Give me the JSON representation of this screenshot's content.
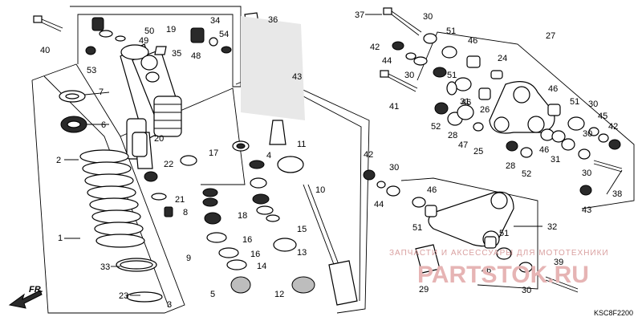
{
  "diagram": {
    "callouts": {
      "c1": "1",
      "c2": "2",
      "c3": "3",
      "c4": "4",
      "c5": "5",
      "c6": "6",
      "c7": "7",
      "c8": "8",
      "c9": "9",
      "c10": "10",
      "c11": "11",
      "c12": "12",
      "c13": "13",
      "c14": "14",
      "c15": "15",
      "c16a": "16",
      "c16b": "16",
      "c17": "17",
      "c18": "18",
      "c19": "19",
      "c20": "20",
      "c21": "21",
      "c22": "22",
      "c23": "23",
      "c24": "24",
      "c25": "25",
      "c26": "26",
      "c27": "27",
      "c28a": "28",
      "c28b": "28",
      "c29": "29",
      "c30a": "30",
      "c30b": "30",
      "c30c": "30",
      "c30d": "30",
      "c30e": "30",
      "c30f": "30",
      "c30g": "30",
      "c31a": "31",
      "c31b": "31",
      "c32": "32",
      "c33": "33",
      "c34": "34",
      "c35": "35",
      "c36": "36",
      "c37": "37",
      "c38": "38",
      "c39": "39",
      "c40": "40",
      "c41": "41",
      "c42a": "42",
      "c42b": "42",
      "c42c": "42",
      "c43a": "43",
      "c43b": "43",
      "c44a": "44",
      "c44b": "44",
      "c45": "45",
      "c46a": "46",
      "c46b": "46",
      "c46c": "46",
      "c46d": "46",
      "c46e": "46",
      "c46f": "46",
      "c47": "47",
      "c48": "48",
      "c49": "49",
      "c50": "50",
      "c51a": "51",
      "c51b": "51",
      "c51c": "51",
      "c51d": "51",
      "c51e": "51",
      "c52a": "52",
      "c52b": "52",
      "c53": "53",
      "c54": "54"
    },
    "front_marker": "FR.",
    "diagram_code": "KSC8F2200",
    "watermark_tagline": "ЗАПЧАСТИ И АКСЕССУАРЫ ДЛЯ МОТОТЕХНИКИ",
    "watermark_brand": "PARTSTOK.RU"
  }
}
